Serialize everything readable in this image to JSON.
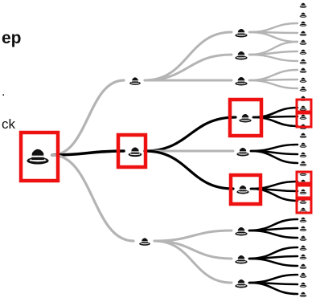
{
  "text_fragments": {
    "top_left": "ep",
    "mid_left": "ck",
    "dot": "."
  },
  "tree": {
    "root": {
      "highlighted": true
    },
    "level1": [
      {
        "id": "upper",
        "highlighted": false
      },
      {
        "id": "middle",
        "highlighted": true
      },
      {
        "id": "lower",
        "highlighted": false
      }
    ],
    "level2_highlighted_count": 2,
    "level3_highlighted_count": 5
  },
  "colors": {
    "highlight": "#ee1111",
    "active_edge": "#000000",
    "inactive_edge": "#b4b4b4",
    "icon": "#111111"
  },
  "icon_name": "pawn-hat-icon"
}
